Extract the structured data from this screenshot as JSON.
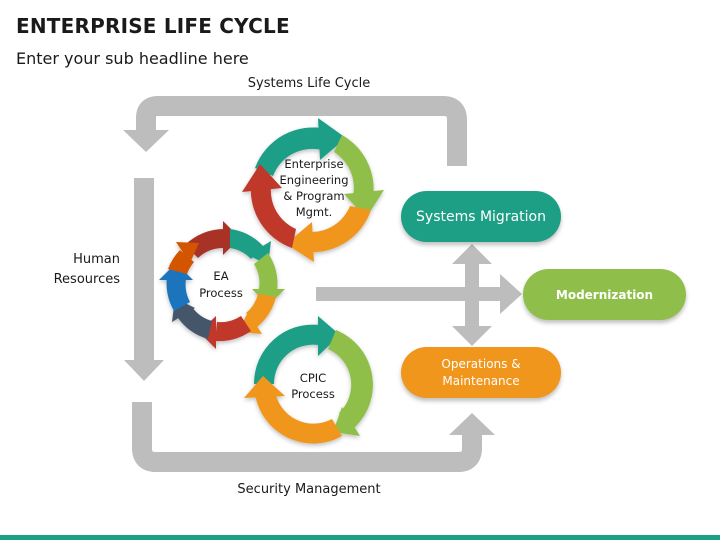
{
  "header": {
    "title": "ENTERPRISE LIFE CYCLE",
    "subtitle": "Enter your sub headline here"
  },
  "labels": {
    "systems_life_cycle": "Systems Life Cycle",
    "human_resources_line1": "Human",
    "human_resources_line2": "Resources",
    "security_management": "Security Management"
  },
  "cycles": {
    "enterprise": {
      "line1": "Enterprise",
      "line2": "Engineering",
      "line3": "& Program",
      "line4": "Mgmt."
    },
    "ea": {
      "line1": "EA",
      "line2": "Process"
    },
    "cpic": {
      "line1": "CPIC",
      "line2": "Process"
    }
  },
  "boxes": {
    "systems_migration": {
      "label": "Systems Migration",
      "color": "#1d9f86"
    },
    "modernization": {
      "label": "Modernization",
      "color": "#8fbf4a"
    },
    "operations": {
      "line1": "Operations &",
      "line2": "Maintenance",
      "color": "#f1961c"
    }
  },
  "colors": {
    "arrow_gray": "#bdbdbd",
    "teal": "#1d9f86",
    "green": "#8fbf4a",
    "orange": "#f1961c",
    "red": "#c0392b",
    "dark_orange": "#d35400",
    "blue": "#1b75bc",
    "slate": "#45566b",
    "dark_red": "#a93226"
  }
}
